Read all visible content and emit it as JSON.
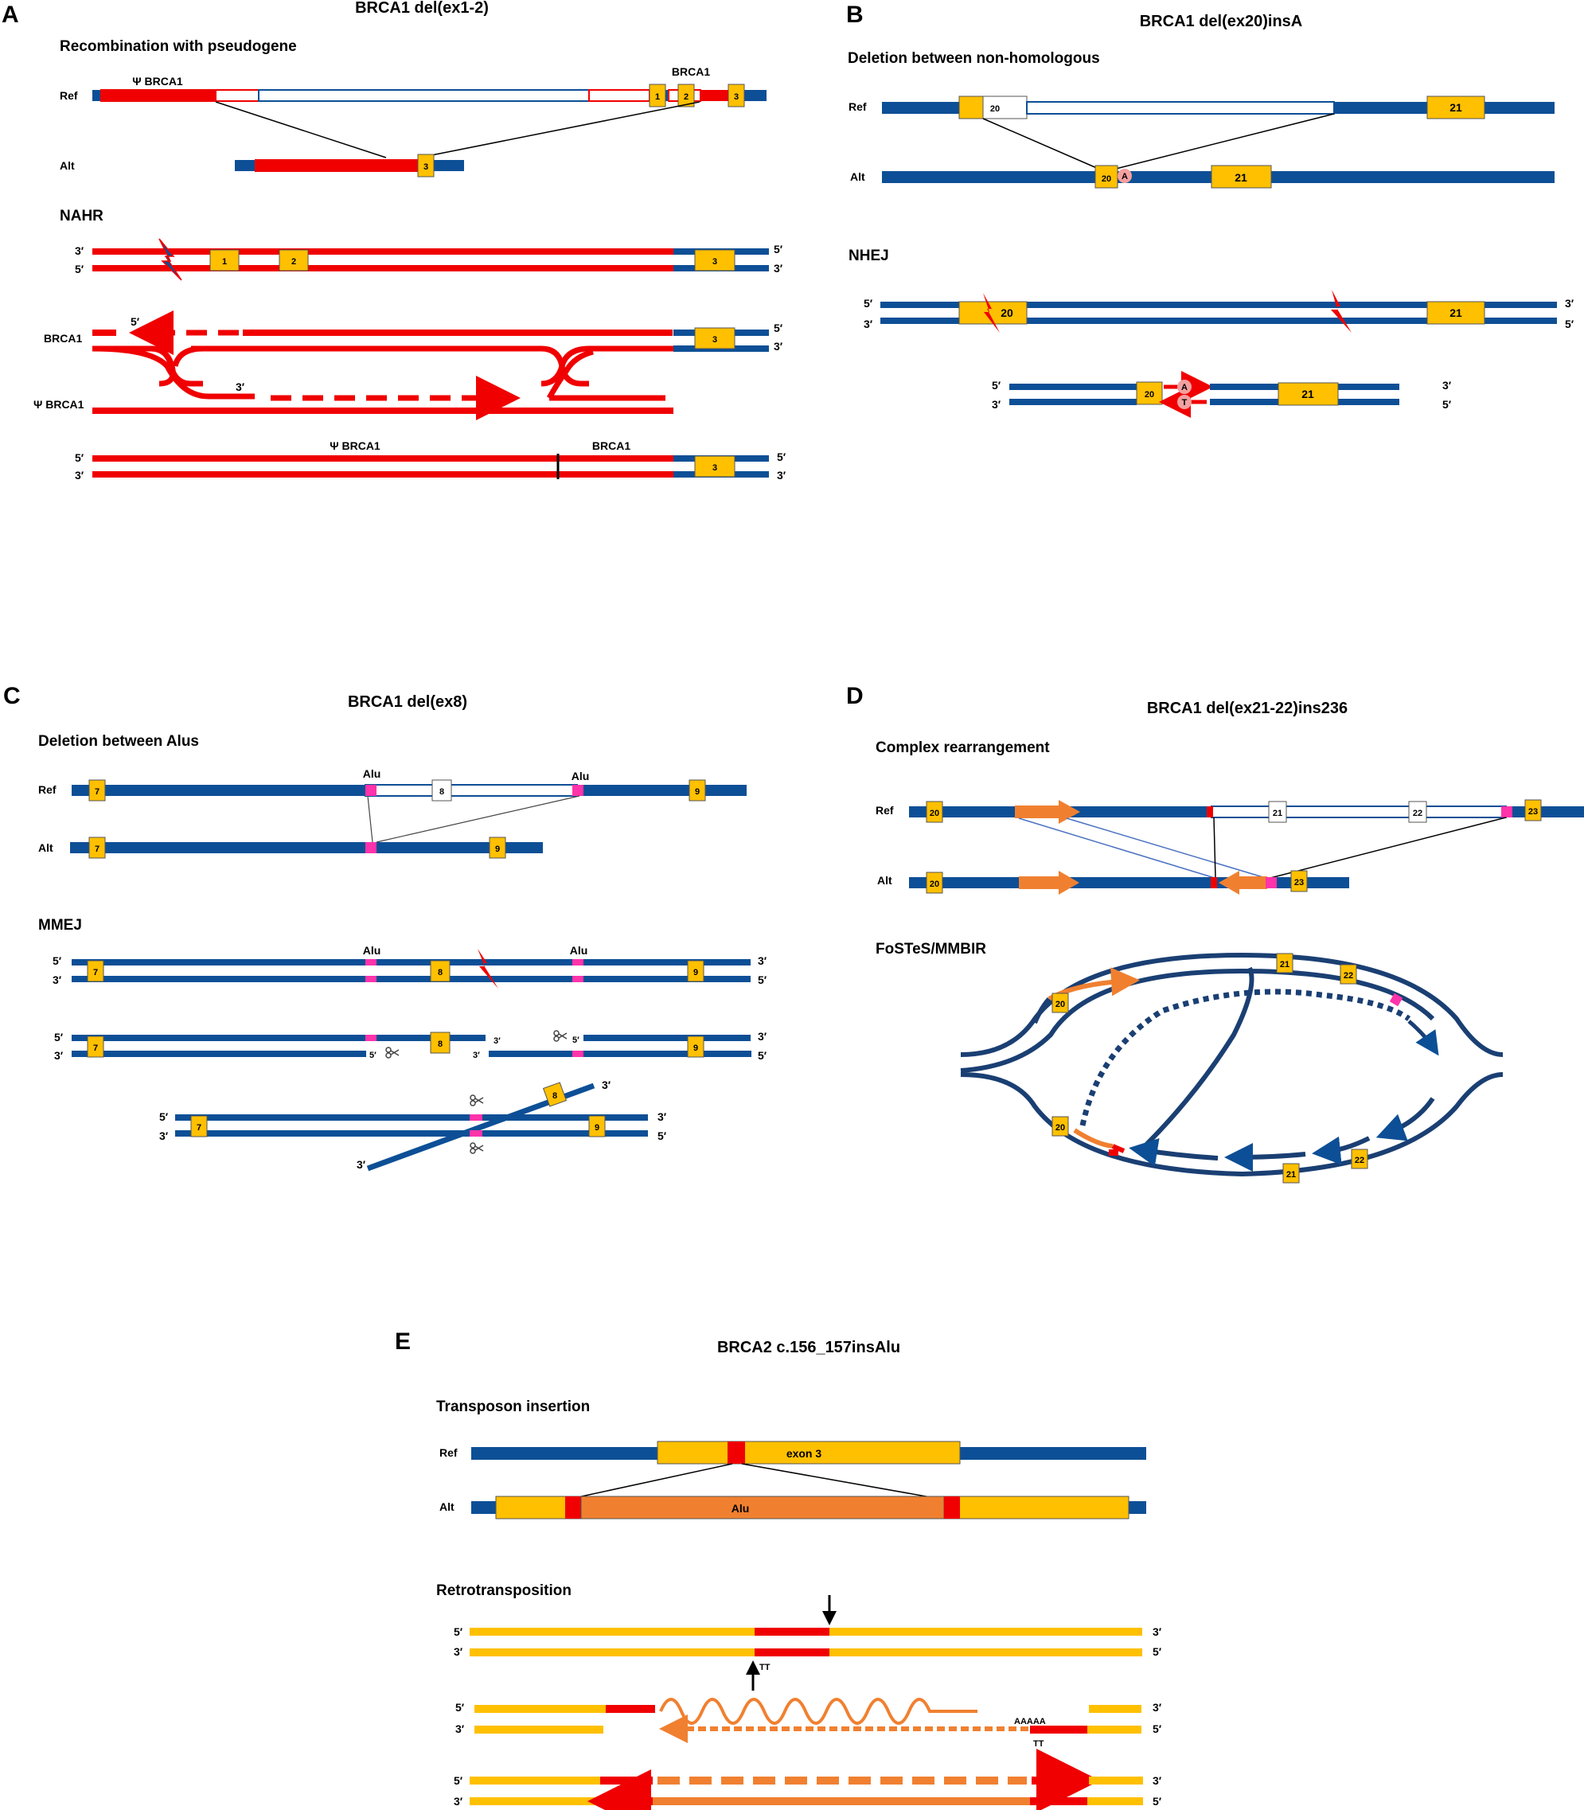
{
  "colors": {
    "blue": "#0d4f96",
    "red": "#f00000",
    "yellow": "#ffc000",
    "orange": "#f08030",
    "pink": "#ff33aa",
    "salmon": "#f4a0a0"
  },
  "panelA": {
    "letter": "A",
    "title": "BRCA1 del(ex1-2)",
    "heading1": "Recombination with pseudogene",
    "ref": "Ref",
    "alt": "Alt",
    "psi_brca1": "Ψ BRCA1",
    "brca1": "BRCA1",
    "ex1": "1",
    "ex2": "2",
    "ex3": "3",
    "heading2": "NAHR",
    "p3": "3′",
    "p5": "5′"
  },
  "panelB": {
    "letter": "B",
    "title": "BRCA1 del(ex20)insA",
    "heading1": "Deletion between non-homologous",
    "ref": "Ref",
    "alt": "Alt",
    "ex20": "20",
    "ex21": "21",
    "ins_a": "A",
    "ins_t": "T",
    "heading2": "NHEJ",
    "p3": "3′",
    "p5": "5′"
  },
  "panelC": {
    "letter": "C",
    "title": "BRCA1 del(ex8)",
    "heading1": "Deletion between Alus",
    "ref": "Ref",
    "alt": "Alt",
    "alu": "Alu",
    "ex7": "7",
    "ex8": "8",
    "ex9": "9",
    "heading2": "MMEJ",
    "p3": "3′",
    "p5": "5′"
  },
  "panelD": {
    "letter": "D",
    "title": "BRCA1 del(ex21-22)ins236",
    "heading1": "Complex rearrangement",
    "ref": "Ref",
    "alt": "Alt",
    "ex20": "20",
    "ex21": "21",
    "ex22": "22",
    "ex23": "23",
    "heading2": "FoSTeS/MMBIR"
  },
  "panelE": {
    "letter": "E",
    "title": "BRCA2 c.156_157insAlu",
    "heading1": "Transposon insertion",
    "ref": "Ref",
    "alt": "Alt",
    "exon3": "exon 3",
    "alu": "Alu",
    "heading2": "Retrotransposition",
    "tt": "TT",
    "polya": "AAAAA",
    "p3": "3′",
    "p5": "5′"
  }
}
